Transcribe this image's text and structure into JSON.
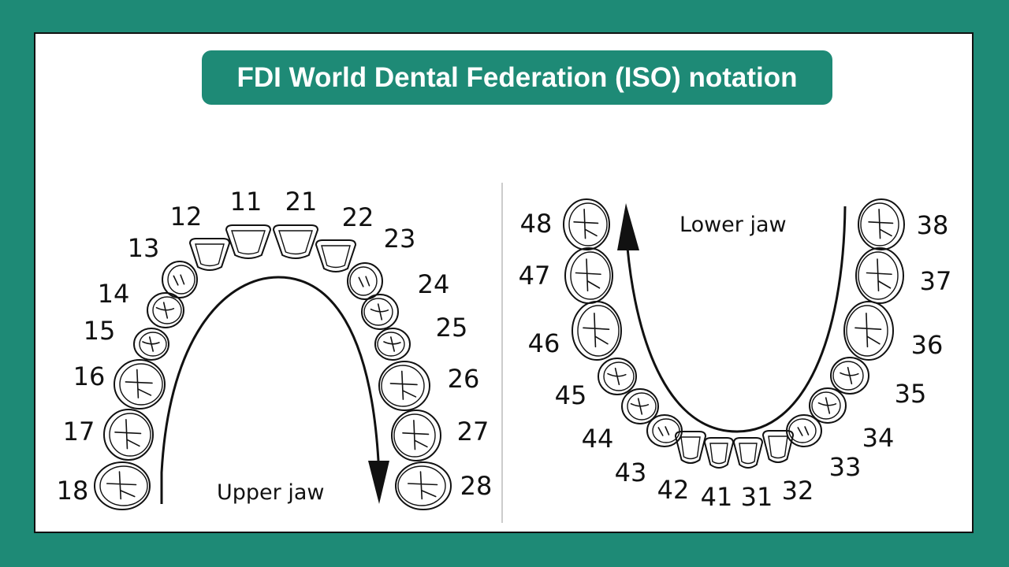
{
  "title": "FDI World Dental Federation (ISO) notation",
  "upper": {
    "label": "Upper jaw",
    "teeth": [
      {
        "num": "18",
        "kind": "molar"
      },
      {
        "num": "17",
        "kind": "molar"
      },
      {
        "num": "16",
        "kind": "molar"
      },
      {
        "num": "15",
        "kind": "premolar"
      },
      {
        "num": "14",
        "kind": "premolar"
      },
      {
        "num": "13",
        "kind": "canine"
      },
      {
        "num": "12",
        "kind": "incisor"
      },
      {
        "num": "11",
        "kind": "incisor"
      },
      {
        "num": "21",
        "kind": "incisor"
      },
      {
        "num": "22",
        "kind": "incisor"
      },
      {
        "num": "23",
        "kind": "canine"
      },
      {
        "num": "24",
        "kind": "premolar"
      },
      {
        "num": "25",
        "kind": "premolar"
      },
      {
        "num": "26",
        "kind": "molar"
      },
      {
        "num": "27",
        "kind": "molar"
      },
      {
        "num": "28",
        "kind": "molar"
      }
    ]
  },
  "lower": {
    "label": "Lower jaw",
    "teeth": [
      {
        "num": "48",
        "kind": "molar"
      },
      {
        "num": "47",
        "kind": "molar"
      },
      {
        "num": "46",
        "kind": "molar"
      },
      {
        "num": "45",
        "kind": "premolar"
      },
      {
        "num": "44",
        "kind": "premolar"
      },
      {
        "num": "43",
        "kind": "canine"
      },
      {
        "num": "42",
        "kind": "incisor"
      },
      {
        "num": "41",
        "kind": "incisor"
      },
      {
        "num": "31",
        "kind": "incisor"
      },
      {
        "num": "32",
        "kind": "incisor"
      },
      {
        "num": "33",
        "kind": "canine"
      },
      {
        "num": "34",
        "kind": "premolar"
      },
      {
        "num": "35",
        "kind": "premolar"
      },
      {
        "num": "36",
        "kind": "molar"
      },
      {
        "num": "37",
        "kind": "molar"
      },
      {
        "num": "38",
        "kind": "molar"
      }
    ]
  }
}
